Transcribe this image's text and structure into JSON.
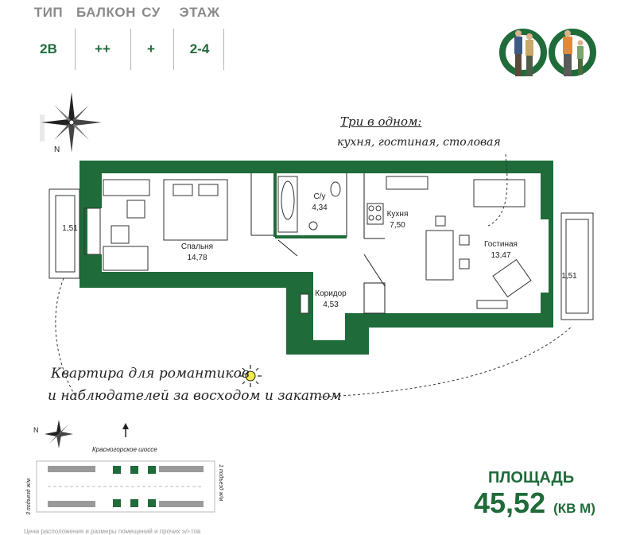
{
  "header": {
    "columns": [
      {
        "label": "ТИП",
        "value": "2В"
      },
      {
        "label": "БАЛКОН",
        "value": "++"
      },
      {
        "label": "СУ",
        "value": "+"
      },
      {
        "label": "ЭТАЖ",
        "value": "2-4"
      }
    ]
  },
  "annotation_top": {
    "title": "Три в одном:",
    "subtitle": "кухня, гостиная, столовая"
  },
  "rooms": {
    "balcony_left": {
      "area": "1,51"
    },
    "bedroom": {
      "name": "Спальня",
      "area": "14,78"
    },
    "bathroom": {
      "name": "С/у",
      "area": "4,34"
    },
    "kitchen": {
      "name": "Кухня",
      "area": "7,50"
    },
    "living": {
      "name": "Гостиная",
      "area": "13,47"
    },
    "corridor": {
      "name": "Коридор",
      "area": "4,53"
    },
    "balcony_right": {
      "area": "1,51"
    }
  },
  "compass": {
    "north_label": "N"
  },
  "romantic": {
    "line1": "Квартира для романтиков",
    "line2": "и наблюдателей за восходом и закатом"
  },
  "site_plan": {
    "north_label": "N",
    "road": "Красногорское шоссе",
    "left_label": "3 подъезд ж/м",
    "right_label": "1 подъезд ж/м"
  },
  "area": {
    "label": "ПЛОЩАДЬ",
    "value": "45,52",
    "unit": "(КВ М)"
  },
  "footnote": "Цена расположения и размеры помещений и прочих эл-тов",
  "colors": {
    "brand_green": "#1f6b3a",
    "header_gray": "#8a8a8a"
  }
}
